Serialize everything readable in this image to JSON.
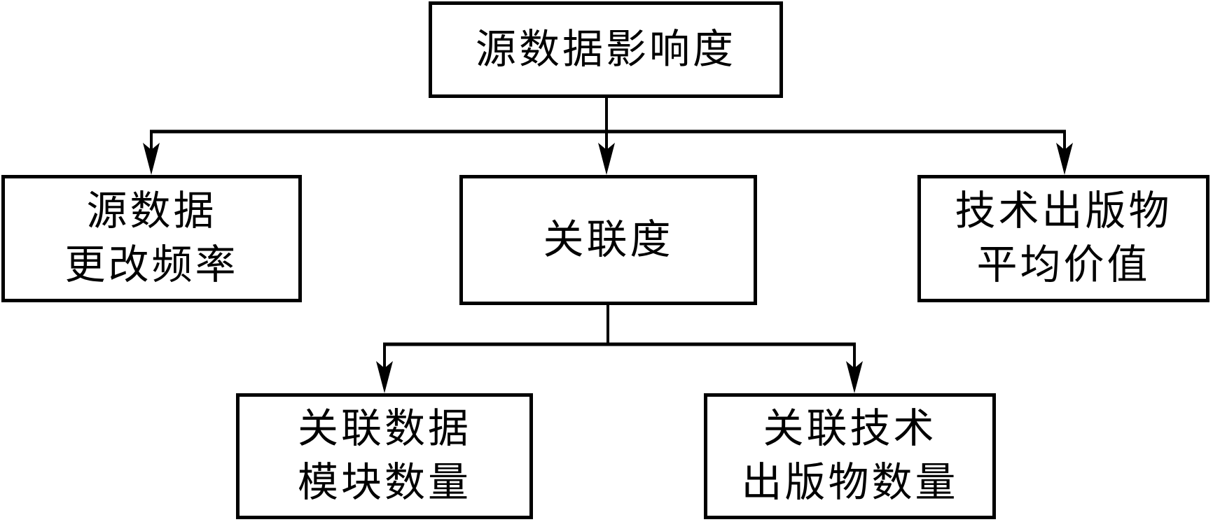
{
  "colors": {
    "background": "#ffffff",
    "line": "#000000",
    "text": "#000000"
  },
  "diagram": {
    "type": "hierarchy-flowchart",
    "nodes": {
      "root": {
        "label": "源数据影响度",
        "lines": [
          "源数据影响度"
        ]
      },
      "change_frequency": {
        "label": "源数据更改频率",
        "lines": [
          "源数据",
          "更改频率"
        ]
      },
      "relevance": {
        "label": "关联度",
        "lines": [
          "关联度"
        ]
      },
      "publication_value": {
        "label": "技术出版物平均价值",
        "lines": [
          "技术出版物",
          "平均价值"
        ]
      },
      "data_module_count": {
        "label": "关联数据模块数量",
        "lines": [
          "关联数据",
          "模块数量"
        ]
      },
      "publication_count": {
        "label": "关联技术出版物数量",
        "lines": [
          "关联技术",
          "出版物数量"
        ]
      }
    },
    "edges": [
      {
        "from": "root",
        "to": "change_frequency"
      },
      {
        "from": "root",
        "to": "relevance"
      },
      {
        "from": "root",
        "to": "publication_value"
      },
      {
        "from": "relevance",
        "to": "data_module_count"
      },
      {
        "from": "relevance",
        "to": "publication_count"
      }
    ]
  }
}
